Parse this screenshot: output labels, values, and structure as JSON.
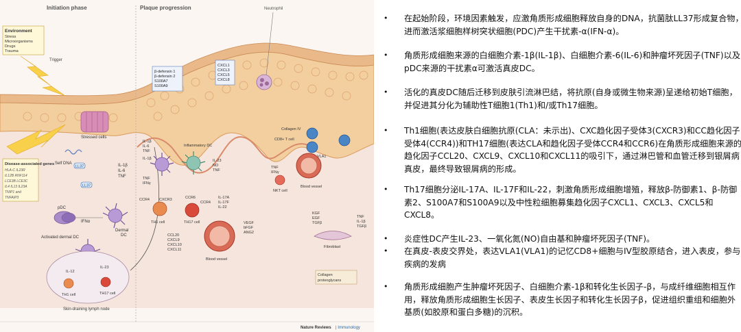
{
  "figure": {
    "phases": {
      "initiation": "Initiation phase",
      "plaque": "Plaque progression"
    },
    "environment": {
      "title": "Environment",
      "items": [
        "Stress",
        "Microorganisms",
        "Drugs",
        "Trauma"
      ]
    },
    "trigger": "Trigger",
    "neutrophil": "Neutrophil",
    "defensins": [
      "β-defensin 1",
      "β-defensin 2",
      "S100A7",
      "S100A9"
    ],
    "chemokines_top": [
      "CXCL1",
      "CXCL3",
      "CXCL5",
      "CXCL8"
    ],
    "stressed_cells": "Stressed cells",
    "self_dna": "Self DNA",
    "ll37": "LL37",
    "cytokines_left": [
      "IL-1β",
      "IL-6",
      "TNF"
    ],
    "disease_genes": {
      "title": "Disease-associated genes",
      "items": [
        "HLA-C",
        "IL23R",
        "IL12B",
        "RNF114",
        "LCE3B",
        "LCE3C",
        "IL4",
        "IL13",
        "IL23A",
        "TNIP1",
        "and",
        "TNFAIP3"
      ]
    },
    "pdc": "pDC",
    "ifn_alpha": "IFNα",
    "activated_dc": "Activated dermal DC",
    "dermal_dc": "Dermal DC",
    "dc_cytokines": [
      "IL-1β",
      "IL-6",
      "TNF"
    ],
    "tnf_ifng_1": [
      "TNF",
      "IFNγ"
    ],
    "inflammatory_dc": "Inflammatory DC",
    "il23_no_tnf": [
      "IL-23",
      "NO",
      "TNF"
    ],
    "ccr4": "CCR4",
    "cxcr3": "CXCR3",
    "th1": "TH1 cell",
    "ccr6": "CCR6",
    "th17_ccr4": "CCR4",
    "th17": "TH17 cell",
    "il17_cytokines": [
      "IL-17A",
      "IL-17F",
      "IL-22"
    ],
    "vegf": [
      "VEGF",
      "bFGF",
      "ANG2"
    ],
    "ccl_list": [
      "CCL20",
      "CXCL9",
      "CXCL10",
      "CXCL11"
    ],
    "blood_vessel": "Blood vessel",
    "blood_vessel_2": "Blood vessel",
    "tnf_ifng_2": [
      "TNF",
      "IFNγ"
    ],
    "nkt": "NKT cell",
    "collagen_iv": "Collagen IV",
    "cd8": "CD8+ T cell",
    "vla1": "VLA1",
    "growth_factors": [
      "KGF",
      "EGF",
      "TGFβ"
    ],
    "fibroblast_cytokines": [
      "TNF",
      "IL-1β",
      "TGFβ"
    ],
    "fibroblast": "Fibroblast",
    "collagen": "Collagen proteoglycans",
    "lymph_node": "Skin-draining lymph node",
    "ln_il12": "IL-12",
    "ln_il23": "IL-23",
    "ln_th1": "TH1 cell",
    "ln_th17": "TH17 cell",
    "credit_a": "Nature Reviews",
    "credit_b": "Immunology",
    "colors": {
      "epidermis": "#f0c48e",
      "dermis": "#f6e3d8",
      "vessel": "#c9503e",
      "tcell_blue": "#4a86c5",
      "dc_purple": "#7d4ea0"
    }
  },
  "bullets": [
    "在起始阶段，环境因素触发，应激角质形成细胞释放自身的DNA，抗菌肽LL37形成复合物，进而激活浆细胞样树突状细胞(PDC)产生干扰素-α(IFN-α)。",
    "角质形成细胞来源的白细胞介素-1β(IL-1β)、白细胞介素-6(IL-6)和肿瘤坏死因子(TNF)以及pDC来源的干扰素α可激活真皮DC。",
    "活化的真皮DC随后迁移到皮肤引流淋巴结，将抗原(自身或微生物来源)呈递给初始T细胞，并促进其分化为辅助性T细胞1(Th1)和/或Th17细胞。",
    "Th1细胞(表达皮肤白细胞抗原(CLA：未示出)、CXC趋化因子受体3(CXCR3)和CC趋化因子受体4(CCR4))和TH17细胞(表达CLA和趋化因子受体CCR4和CCR6)在角质形成细胞来源的趋化因子CCL20、CXCL9、CXCL10和CXCL11的吸引下，通过淋巴管和血管迁移到银屑病真皮，最终导致银屑病的形成。",
    "Th17细胞分泌IL-17A、IL-17F和IL-22，刺激角质形成细胞增殖，释放β-防御素1、β-防御素2、S100A7和S100A9以及中性粒细胞募集趋化因子CXCL1、CXCL3、CXCL5和CXCL8。",
    "炎症性DC产生IL-23、一氧化氮(NO)自由基和肿瘤坏死因子(TNF)。",
    "在真皮-表皮交界处，表达VLA1(VLA1)的记忆CD8+细胞与IV型胶原结合，进入表皮，参与疾病的发病",
    "角质形成细胞产生肿瘤坏死因子、白细胞介素-1β和转化生长因子-β，与成纤维细胞相互作用，释放角质形成细胞生长因子、表皮生长因子和转化生长因子β，促进组织重组和细胞外基质(如胶原和蛋白多糖)的沉积。"
  ]
}
